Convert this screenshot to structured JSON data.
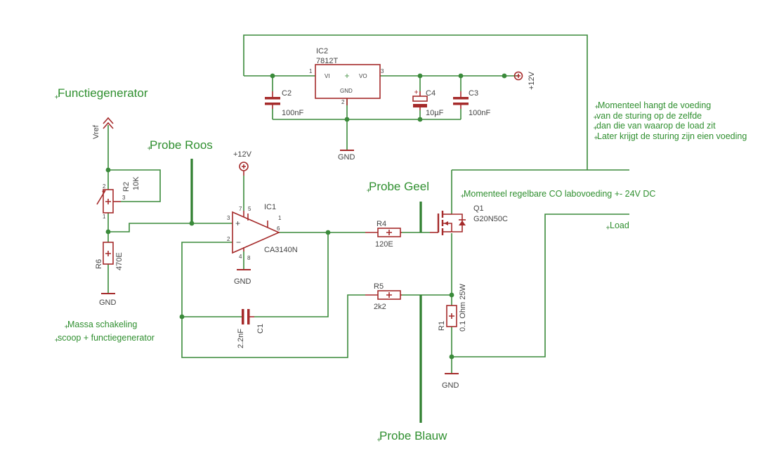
{
  "components": {
    "ic2": {
      "name": "IC2",
      "value": "7812T",
      "vi": "VI",
      "vo": "VO",
      "gnd": "GND",
      "pin1": "1",
      "pin2": "2",
      "pin3": "3"
    },
    "c2": {
      "name": "C2",
      "value": "100nF"
    },
    "c4": {
      "name": "C4",
      "value": "10µF"
    },
    "c3": {
      "name": "C3",
      "value": "100nF"
    },
    "r2": {
      "name": "R2",
      "value": "10K",
      "pin1": "1",
      "pin2": "2",
      "pin3": "3"
    },
    "r6": {
      "name": "R6",
      "value": "470E"
    },
    "ic1": {
      "name": "IC1",
      "value": "CA3140N",
      "pin1": "1",
      "pin2": "2",
      "pin3": "3",
      "pin4": "4",
      "pin5": "5",
      "pin6": "6",
      "pin7": "7",
      "pin8": "8"
    },
    "c1": {
      "name": "C1",
      "value": "2.2nF"
    },
    "r4": {
      "name": "R4",
      "value": "120E"
    },
    "r5": {
      "name": "R5",
      "value": "2k2"
    },
    "q1": {
      "name": "Q1",
      "value": "G20N50C"
    },
    "r1": {
      "name": "R1",
      "value": "0.1 Ohm 25W"
    }
  },
  "supplies": {
    "v12_top": "+12V",
    "v12_ic1": "+12V",
    "vref": "Vref",
    "gnd_reg": "GND",
    "gnd_r6": "GND",
    "gnd_ic1": "GND",
    "gnd_r1": "GND"
  },
  "labels": {
    "functiegenerator": "Functiegenerator",
    "probe_roos": "Probe Roos",
    "probe_geel": "Probe Geel",
    "probe_blauw": "Probe Blauw",
    "massa1": "Massa schakeling",
    "massa2": "scoop + functiegenerator",
    "note1": "Momenteel hangt de voeding",
    "note2": "van de sturing op de zelfde",
    "note3": "dan die van waarop de load zit",
    "note4": "Later krijgt de sturing zijn eien voeding",
    "co_note": "Momenteel regelbare CO labovoeding +- 24V DC",
    "load": "Load"
  },
  "colors": {
    "wire": "#3a8a3a",
    "component": "#a52a2a",
    "text_label": "#2f8f2f"
  }
}
